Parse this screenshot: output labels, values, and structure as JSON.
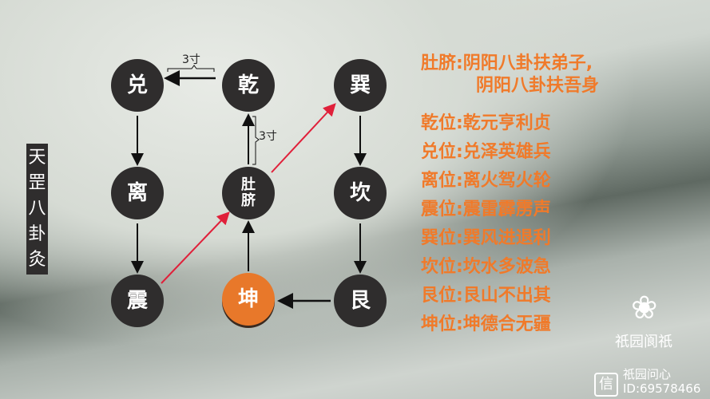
{
  "diagram": {
    "title": "天罡八卦灸",
    "nodes": {
      "dui": "兑",
      "qian": "乾",
      "xun": "巽",
      "li": "离",
      "navel": "肚脐",
      "kan": "坎",
      "zhen": "震",
      "kun": "坤",
      "gen": "艮"
    },
    "distance_label_h": "3寸",
    "distance_label_v": "3寸",
    "colors": {
      "node": "#2f2d2d",
      "highlight": "#e8782a",
      "text": "#f07a2a",
      "red_arrow": "#e0203a"
    }
  },
  "verses": [
    "肚脐:阴阳八卦扶弟子,",
    "阴阳八卦扶吾身",
    "乾位:乾元亨利贞",
    "兑位:兑泽英雄兵",
    "离位:离火驾火轮",
    "震位:震雷霹雳声",
    "巽位:巽风进退利",
    "坎位:坎水多波急",
    "艮位:艮山不出其",
    "坤位:坤德合无疆"
  ],
  "watermark": {
    "logo_text": "祇园阆祇",
    "icon": "信",
    "account": "祇园问心",
    "id": "ID:69578466"
  }
}
